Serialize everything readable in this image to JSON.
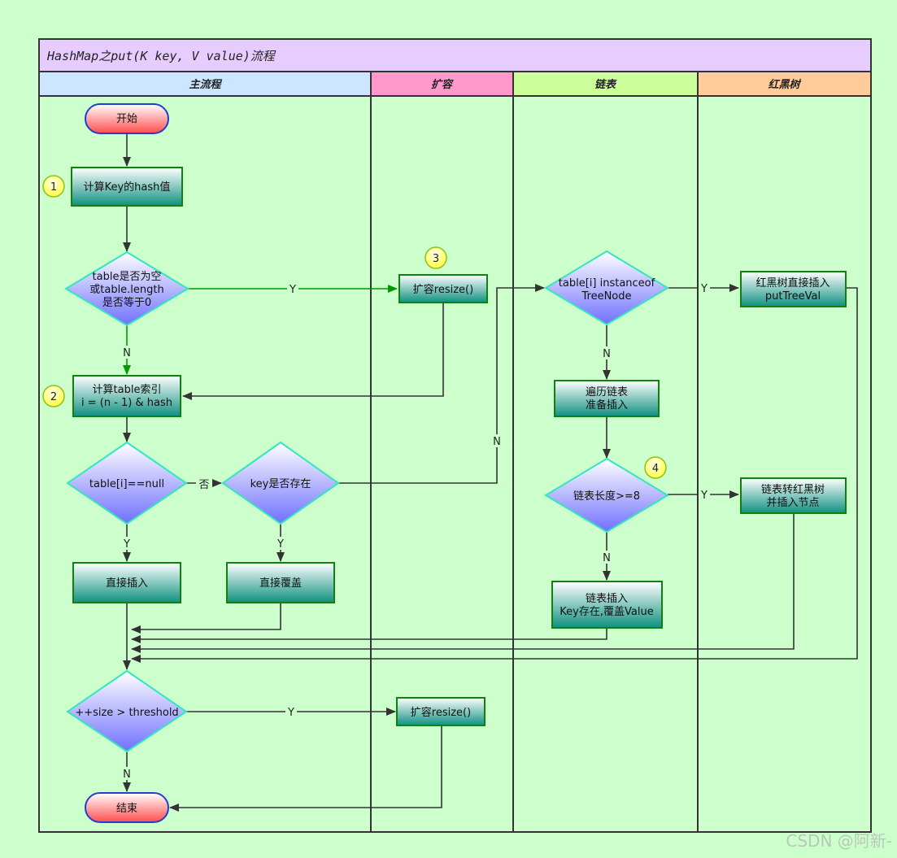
{
  "title": "HashMap之put(K key, V value)流程",
  "lanes": {
    "main": "主流程",
    "resize": "扩容",
    "list": "链表",
    "tree": "红黑树"
  },
  "colors": {
    "background": "#ccffcc",
    "title_bar": "#e6ccff",
    "lane_main": "#cce6ff",
    "lane_resize": "#ff99cc",
    "lane_list": "#ccff99",
    "lane_tree": "#ffcc99",
    "terminal": "#ff5a5a",
    "process": "#1a9e8e",
    "decision": "#8080ff",
    "yes_path": "#009900"
  },
  "nodes": {
    "start": "开始",
    "compute_hash": "计算Key的hash值",
    "table_empty": [
      "table是否为空",
      "或table.length",
      "是否等于0"
    ],
    "resize_1": "扩容resize()",
    "table_index": [
      "计算table索引",
      "i = (n - 1) & hash"
    ],
    "slot_null": "table[i]==null",
    "key_exists": "key是否存在",
    "direct_insert": "直接插入",
    "direct_overwrite": "直接覆盖",
    "is_treenode": [
      "table[i] instanceof",
      "TreeNode"
    ],
    "tree_insert": [
      "红黑树直接插入",
      "putTreeVal"
    ],
    "traverse_list": [
      "遍历链表",
      "准备插入"
    ],
    "list_length": "链表长度>=8",
    "list_to_tree": [
      "链表转红黑树",
      "并插入节点"
    ],
    "list_insert": [
      "链表插入",
      "Key存在,覆盖Value"
    ],
    "size_check": "++size > threshold",
    "resize_2": "扩容resize()",
    "end": "结束"
  },
  "steps": [
    "1",
    "2",
    "3",
    "4"
  ],
  "edge_labels": {
    "empty_yes": "Y",
    "empty_no": "N",
    "null_no": "否",
    "null_yes": "Y",
    "exists_yes": "Y",
    "exists_no": "N",
    "tree_yes": "Y",
    "tree_no": "N",
    "length_yes": "Y",
    "length_no": "N",
    "size_yes": "Y",
    "size_no": "N"
  },
  "watermark": "CSDN @阿新-"
}
